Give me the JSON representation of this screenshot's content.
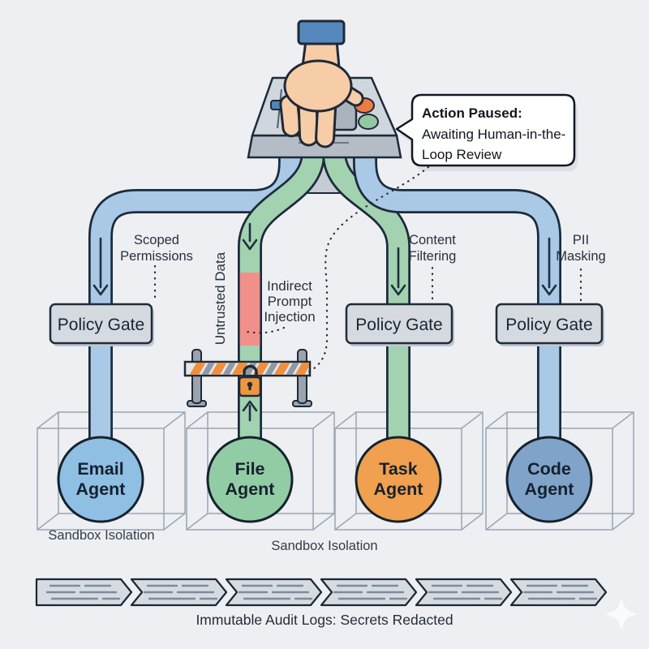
{
  "colors": {
    "background": "#edeff2",
    "outline": "#1c2b3d",
    "pipe_blue": "#a9c9e6",
    "pipe_green": "#a2d2af",
    "danger_red": "#f1908a",
    "threat_text": "#b23a2e",
    "gate_fill": "#d5dae1",
    "hazard_orange": "#ee8f3e",
    "lock_orange": "#f0953f",
    "skin": "#f6cda7",
    "sleeve_blue": "#5588bd",
    "console_grey": "#d0d6dd",
    "audit_fill": "#d6dbe1"
  },
  "callout": {
    "title": "Action Paused:",
    "lines": [
      "Awaiting Human-in-the-",
      "Loop Review"
    ]
  },
  "labels": {
    "scoped_permissions": [
      "Scoped",
      "Permissions"
    ],
    "untrusted_data": "Untrusted Data",
    "indirect_prompt_injection": [
      "Indirect",
      "Prompt",
      "Injection"
    ],
    "content_filtering": [
      "Content",
      "Filtering"
    ],
    "pii_masking": [
      "PII",
      "Masking"
    ],
    "sandbox_isolation_left": "Sandbox Isolation",
    "sandbox_isolation_center": "Sandbox Isolation"
  },
  "gates": [
    {
      "label": "Policy Gate"
    },
    {
      "label": "Policy Gate"
    },
    {
      "label": "Policy Gate"
    }
  ],
  "agents": [
    {
      "name": "Email Agent",
      "lines": [
        "Email",
        "Agent"
      ],
      "color": "#90bfe4"
    },
    {
      "name": "File Agent",
      "lines": [
        "File",
        "Agent"
      ],
      "color": "#92cca5"
    },
    {
      "name": "Task Agent",
      "lines": [
        "Task",
        "Agent"
      ],
      "color": "#f0a04e"
    },
    {
      "name": "Code Agent",
      "lines": [
        "Code",
        "Agent"
      ],
      "color": "#7fa3c9"
    }
  ],
  "audit": {
    "caption": "Immutable Audit Logs: Secrets Redacted"
  }
}
